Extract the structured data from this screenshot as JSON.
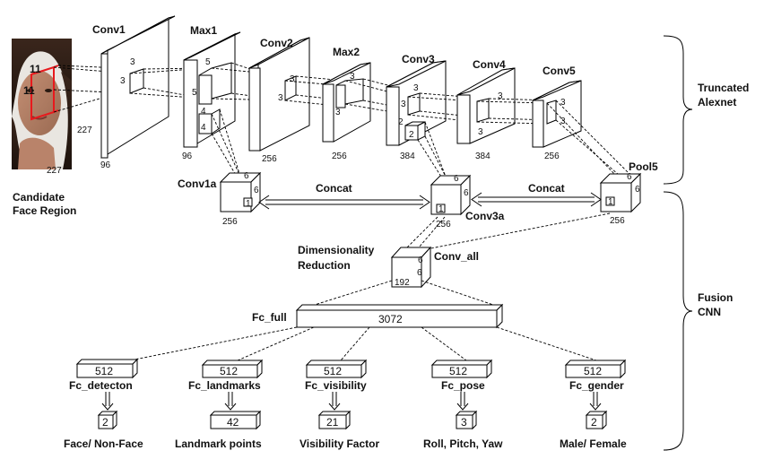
{
  "input": {
    "caption_line1": "Candidate",
    "caption_line2": "Face Region",
    "width": "227",
    "height": "227",
    "kernel_h": "11",
    "kernel_w": "11"
  },
  "layers": {
    "conv1": {
      "name": "Conv1",
      "depth": "96",
      "k1": "3",
      "k2": "3"
    },
    "max1": {
      "name": "Max1",
      "depth": "96",
      "k1": "5",
      "k2": "5",
      "k3": "4",
      "k4": "4"
    },
    "conv2": {
      "name": "Conv2",
      "depth": "256",
      "k1": "3",
      "k2": "3"
    },
    "max2": {
      "name": "Max2",
      "depth": "256",
      "k1": "3",
      "k2": "3"
    },
    "conv3": {
      "name": "Conv3",
      "depth": "384",
      "k1": "3",
      "k2": "3",
      "k3": "2",
      "k4": "2"
    },
    "conv4": {
      "name": "Conv4",
      "depth": "384",
      "k1": "3",
      "k2": "3"
    },
    "conv5": {
      "name": "Conv5",
      "depth": "256",
      "k1": "3",
      "k2": "3"
    },
    "pool5": {
      "name": "Pool5",
      "depth": "256",
      "d1": "6",
      "d2": "6",
      "d3": "1"
    },
    "conv1a": {
      "name": "Conv1a",
      "depth": "256",
      "d1": "6",
      "d2": "6",
      "d3": "1"
    },
    "conv3a": {
      "name": "Conv3a",
      "depth": "256",
      "d1": "6",
      "d2": "6",
      "d3": "1"
    },
    "conv_all": {
      "name": "Conv_all",
      "depth": "192",
      "d1": "6",
      "d2": "6"
    }
  },
  "concat_label_left": "Concat",
  "concat_label_right": "Concat",
  "dim_reduction_line1": "Dimensionality",
  "dim_reduction_line2": "Reduction",
  "fc_full": {
    "name": "Fc_full",
    "units": "3072"
  },
  "branches": [
    {
      "name": "Fc_detecton",
      "units": "512",
      "out": "2",
      "caption": "Face/ Non-Face"
    },
    {
      "name": "Fc_landmarks",
      "units": "512",
      "out": "42",
      "caption": "Landmark points"
    },
    {
      "name": "Fc_visibility",
      "units": "512",
      "out": "21",
      "caption": "Visibility Factor"
    },
    {
      "name": "Fc_pose",
      "units": "512",
      "out": "3",
      "caption": "Roll, Pitch, Yaw"
    },
    {
      "name": "Fc_gender",
      "units": "512",
      "out": "2",
      "caption": "Male/ Female"
    }
  ],
  "brackets": {
    "top_line1": "Truncated",
    "top_line2": "Alexnet",
    "bottom_line1": "Fusion",
    "bottom_line2": "CNN"
  },
  "colors": {
    "kernel_highlight": "#e8191d",
    "stroke": "#000000"
  }
}
